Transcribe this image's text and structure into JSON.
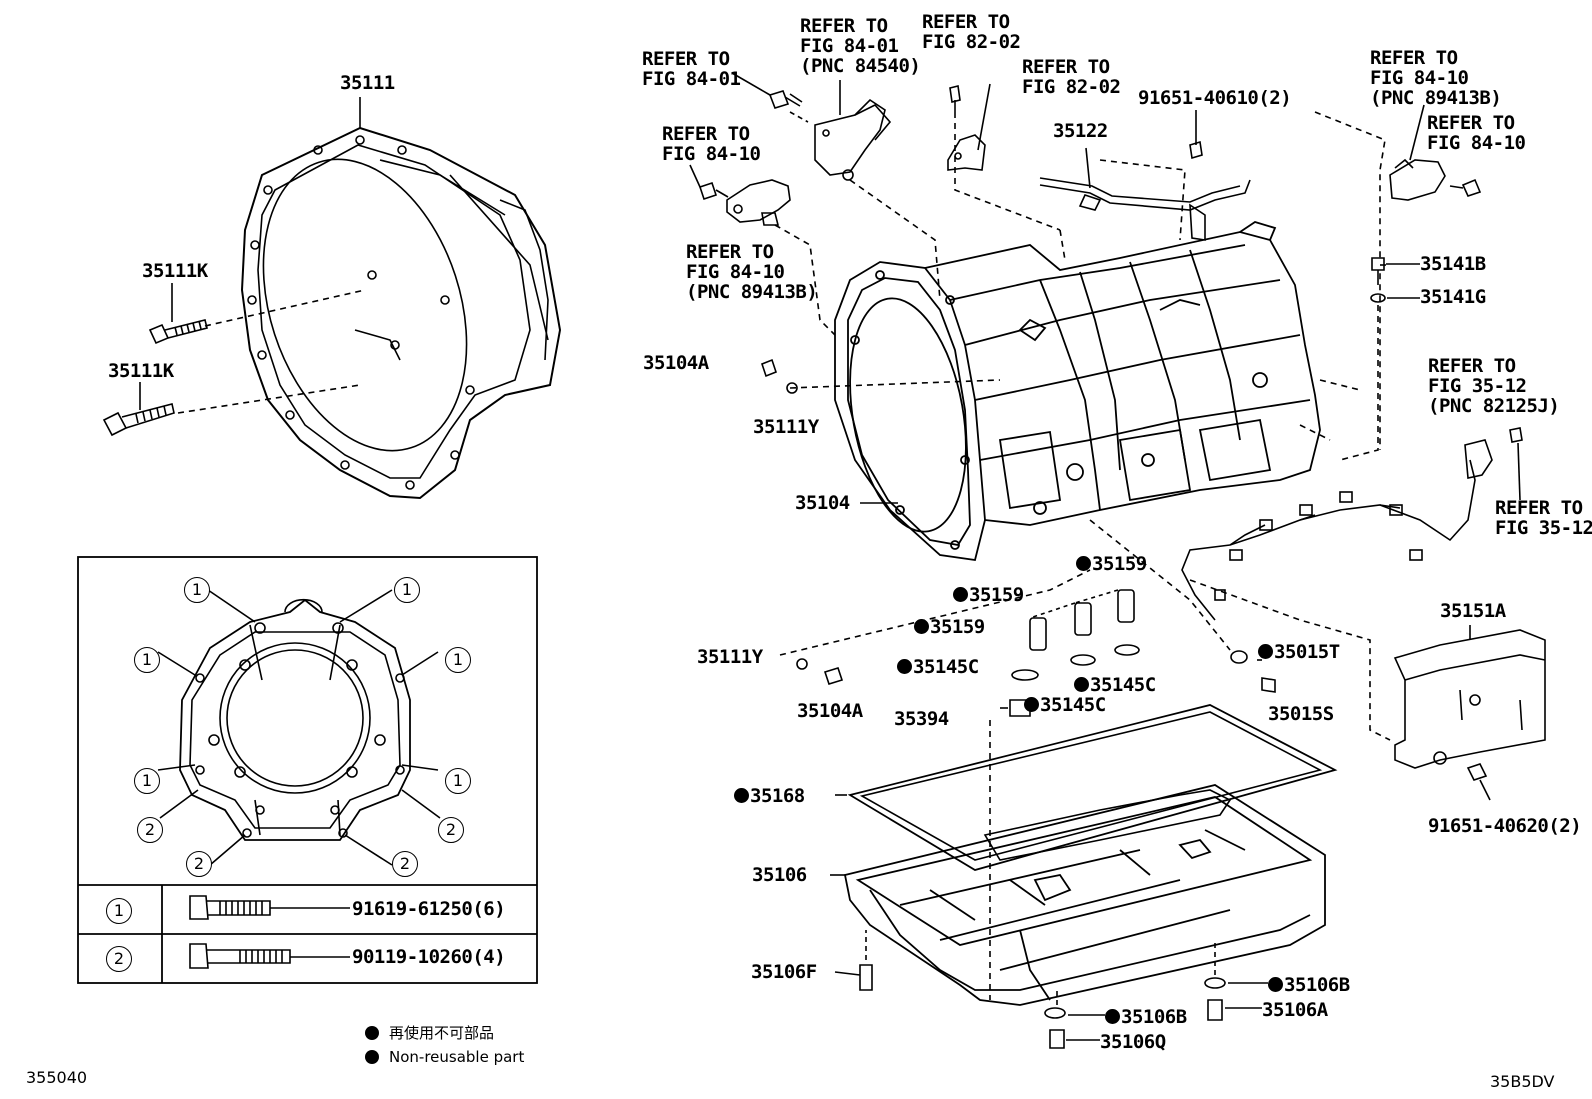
{
  "labels": {
    "p35111": "35111",
    "p35111K_a": "35111K",
    "p35111K_b": "35111K",
    "ref_84_01_a": "REFER TO\nFIG 84-01",
    "ref_84_01_pnc": "REFER TO\nFIG 84-01\n(PNC 84540)",
    "ref_82_02_a": "REFER TO\nFIG 82-02",
    "ref_82_02_b": "REFER TO\nFIG 82-02",
    "ref_84_10_a": "REFER TO\nFIG 84-10",
    "ref_84_10_pnc_a": "REFER TO\nFIG 84-10\n(PNC 89413B)",
    "ref_84_10_pnc_b": "REFER TO\nFIG 84-10\n(PNC 89413B)",
    "ref_84_10_b": "REFER TO\nFIG 84-10",
    "ref_35_12_pnc": "REFER TO\nFIG 35-12\n(PNC 82125J)",
    "ref_35_12": "REFER TO\nFIG 35-12",
    "p91651_40610": "91651-40610(2)",
    "p35122": "35122",
    "p35141B": "35141B",
    "p35141G": "35141G",
    "p35104A_a": "35104A",
    "p35111Y_a": "35111Y",
    "p35104": "35104",
    "p35159_a": "35159",
    "p35159_b": "35159",
    "p35159_c": "35159",
    "p35145C_a": "35145C",
    "p35145C_b": "35145C",
    "p35145C_c": "35145C",
    "p35015T": "35015T",
    "p35015S": "35015S",
    "p35111Y_b": "35111Y",
    "p35104A_b": "35104A",
    "p35394": "35394",
    "p35151A": "35151A",
    "p91651_40620": "91651-40620(2)",
    "p35168": "35168",
    "p35106": "35106",
    "p35106F": "35106F",
    "p35106B_a": "35106B",
    "p35106A": "35106A",
    "p35106B_b": "35106B",
    "p35106Q": "35106Q"
  },
  "inset": {
    "marker1": "1",
    "marker2": "2",
    "table": [
      {
        "marker": "1",
        "part": "91619-61250(6)"
      },
      {
        "marker": "2",
        "part": "90119-10260(4)"
      }
    ]
  },
  "legend": {
    "jp": "再使用不可部品",
    "en": "Non-reusable part"
  },
  "corner": {
    "left": "355040",
    "right": "35B5DV"
  }
}
